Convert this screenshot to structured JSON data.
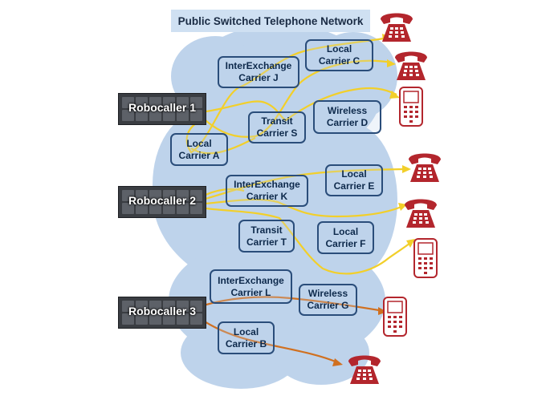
{
  "title": "Public Switched Telephone Network",
  "colors": {
    "cloud": "#bed3eb",
    "box_border": "#2a4d7a",
    "yellow_path": "#f2cf2a",
    "orange_path": "#d07020",
    "phone": "#b3262d"
  },
  "robocallers": [
    {
      "id": "r1",
      "label": "Robocaller 1"
    },
    {
      "id": "r2",
      "label": "Robocaller 2"
    },
    {
      "id": "r3",
      "label": "Robocaller 3"
    }
  ],
  "carriers": [
    {
      "id": "ixj",
      "label": "InterExchange\nCarrier J"
    },
    {
      "id": "lcc",
      "label": "Local\nCarrier C"
    },
    {
      "id": "tcs",
      "label": "Transit\nCarrier S"
    },
    {
      "id": "wcd",
      "label": "Wireless\nCarrier D"
    },
    {
      "id": "lca",
      "label": "Local\nCarrier A"
    },
    {
      "id": "ixk",
      "label": "InterExchange\nCarrier K"
    },
    {
      "id": "lce",
      "label": "Local\nCarrier E"
    },
    {
      "id": "tct",
      "label": "Transit\nCarrier T"
    },
    {
      "id": "lcf",
      "label": "Local\nCarrier F"
    },
    {
      "id": "ixl",
      "label": "InterExchange\nCarrier L"
    },
    {
      "id": "wcg",
      "label": "Wireless\nCarrier G"
    },
    {
      "id": "lcb",
      "label": "Local\nCarrier B"
    }
  ],
  "endpoints": [
    {
      "id": "p1",
      "icon": "desk-phone-icon"
    },
    {
      "id": "p2",
      "icon": "desk-phone-icon"
    },
    {
      "id": "p3",
      "icon": "mobile-phone-icon"
    },
    {
      "id": "p4",
      "icon": "desk-phone-icon"
    },
    {
      "id": "p5",
      "icon": "desk-phone-icon"
    },
    {
      "id": "p6",
      "icon": "mobile-phone-icon"
    },
    {
      "id": "p7",
      "icon": "mobile-phone-icon"
    },
    {
      "id": "p8",
      "icon": "desk-phone-icon"
    }
  ]
}
